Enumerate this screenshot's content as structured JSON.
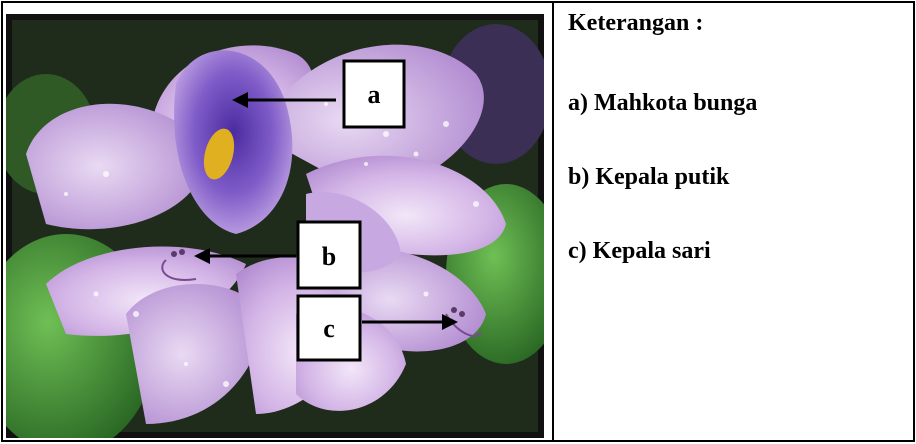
{
  "diagram": {
    "labels": {
      "a": "a",
      "b": "b",
      "c": "c"
    },
    "legend": {
      "title": "Keterangan :",
      "items": [
        "a) Mahkota bunga",
        "b) Kepala putik",
        "c) Kepala sari"
      ]
    },
    "colors": {
      "petal": "#c9a3e0",
      "petal_light": "#e6d2f0",
      "petal_dark": "#6a3fb5",
      "spot": "#e0b020",
      "leaf": "#3a8a30",
      "background_dark": "#1d2a1a",
      "arrow": "#000000"
    },
    "icons": {
      "photo": "water-hyacinth-flower-photo"
    }
  }
}
